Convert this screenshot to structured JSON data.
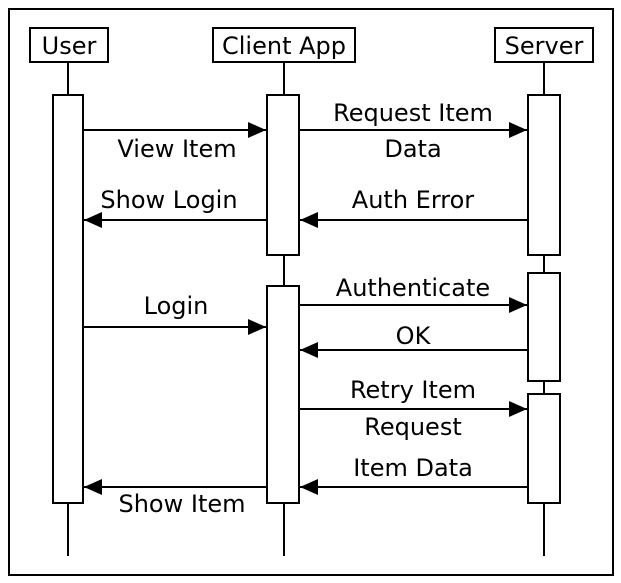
{
  "participants": {
    "user": "User",
    "client": "Client App",
    "server": "Server"
  },
  "messages": [
    {
      "label_line1": "View Item",
      "label_line2": ""
    },
    {
      "label_line1": "Request Item",
      "label_line2": "Data"
    },
    {
      "label_line1": "Auth Error",
      "label_line2": ""
    },
    {
      "label_line1": "Show Login",
      "label_line2": ""
    },
    {
      "label_line1": "Login",
      "label_line2": ""
    },
    {
      "label_line1": "Authenticate",
      "label_line2": ""
    },
    {
      "label_line1": "OK",
      "label_line2": ""
    },
    {
      "label_line1": "Retry Item",
      "label_line2": "Request"
    },
    {
      "label_line1": "Item Data",
      "label_line2": ""
    },
    {
      "label_line1": "Show Item",
      "label_line2": ""
    }
  ]
}
